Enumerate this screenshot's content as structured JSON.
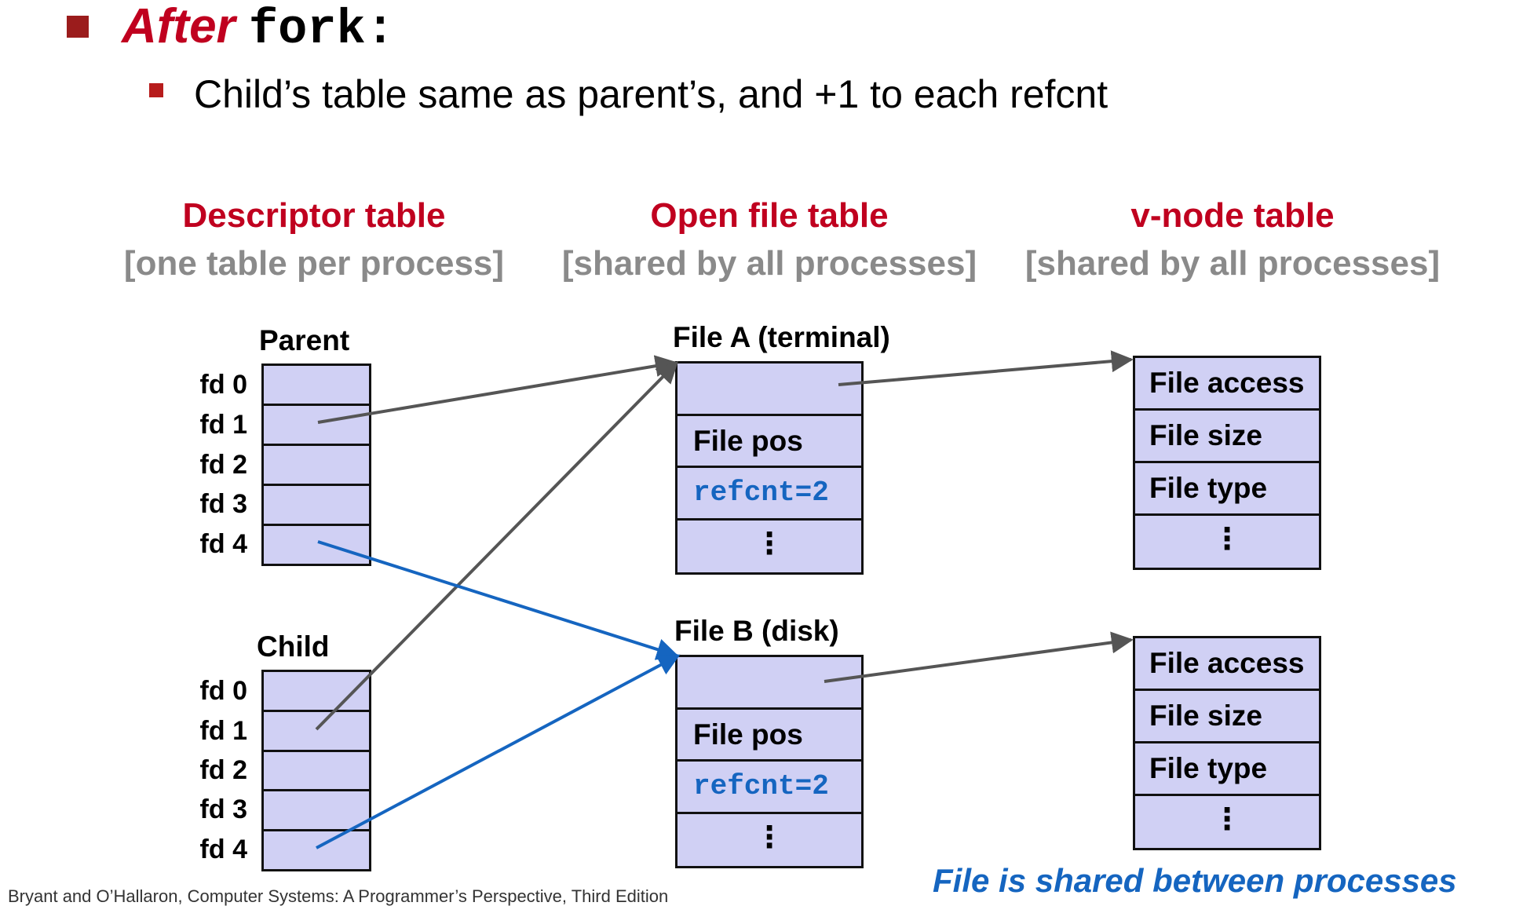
{
  "title": {
    "after": "After",
    "fork": "fork",
    "colon": ":"
  },
  "subtitle": "Child’s table same as parent’s, and +1 to each refcnt",
  "headers": {
    "descriptor": {
      "name": "Descriptor table",
      "note": "[one table per process]"
    },
    "open_file": {
      "name": "Open file table",
      "note": "[shared by all processes]"
    },
    "vnode": {
      "name": "v-node table",
      "note": "[shared by all processes]"
    }
  },
  "parent": {
    "label": "Parent",
    "fds": [
      "fd 0",
      "fd 1",
      "fd 2",
      "fd 3",
      "fd 4"
    ]
  },
  "child": {
    "label": "Child",
    "fds": [
      "fd 0",
      "fd 1",
      "fd 2",
      "fd 3",
      "fd 4"
    ]
  },
  "file_a": {
    "label": "File A (terminal)",
    "pos": "File pos",
    "refcnt": "refcnt=2",
    "more": "⋮"
  },
  "file_b": {
    "label": "File B (disk)",
    "pos": "File pos",
    "refcnt": "refcnt=2",
    "more": "⋮"
  },
  "vnode_a": {
    "access": "File access",
    "size": "File size",
    "type": "File type",
    "more": "⋮"
  },
  "vnode_b": {
    "access": "File access",
    "size": "File size",
    "type": "File type",
    "more": "⋮"
  },
  "note": "File is shared between processes",
  "credit": "Bryant and O’Hallaron, Computer Systems: A Programmer’s Perspective, Third Edition",
  "colors": {
    "gray_arrow": "#555555",
    "blue_arrow": "#1565c0",
    "cell_fill": "#d0d0f4",
    "header_red": "#c0001f"
  }
}
